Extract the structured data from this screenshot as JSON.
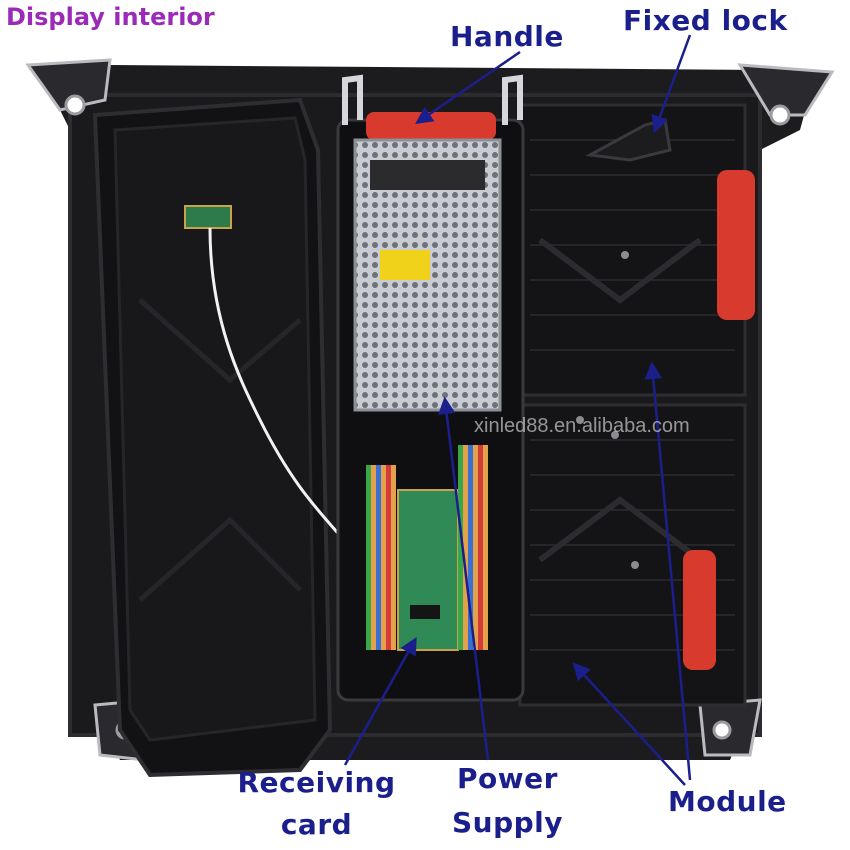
{
  "title": "Display interior",
  "watermark": "xinled88.en.alibaba.com",
  "labels": {
    "handle": "Handle",
    "fixed_lock": "Fixed lock",
    "receiving_card_line1": "Receiving",
    "receiving_card_line2": "card",
    "power_supply_line1": "Power",
    "power_supply_line2": "Supply",
    "module": "Module"
  },
  "colors": {
    "title": "#9b2ab8",
    "label": "#1a1f8c",
    "handle": "#d83a2e",
    "cabinet": "#1c1c1e"
  }
}
